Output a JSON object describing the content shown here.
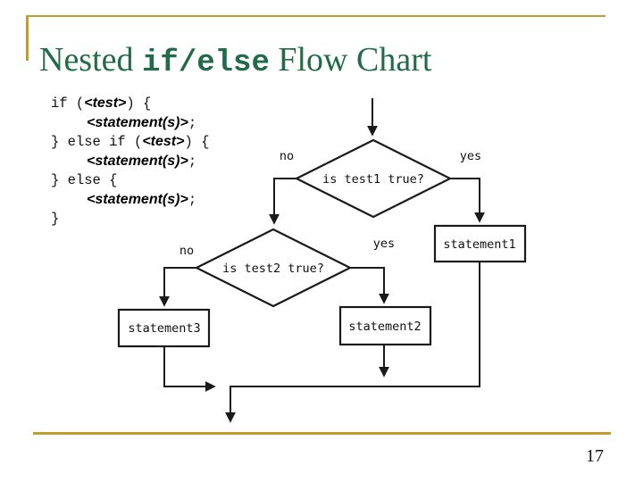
{
  "title": {
    "part1": "Nested ",
    "part2": "if/else",
    "part3": " Flow Chart"
  },
  "code": {
    "lines": [
      {
        "prefix": "if (",
        "em": "<test>",
        "suffix": ") {"
      },
      {
        "prefix": "",
        "em": "<statement(s)>",
        "suffix": ";"
      },
      {
        "prefix": "} else if (",
        "em": "<test>",
        "suffix": ") {"
      },
      {
        "prefix": "",
        "em": "<statement(s)>",
        "suffix": ";"
      },
      {
        "prefix": "} else {",
        "em": "",
        "suffix": ""
      },
      {
        "prefix": "",
        "em": "<statement(s)>",
        "suffix": ";"
      },
      {
        "prefix": "}",
        "em": "",
        "suffix": ""
      }
    ]
  },
  "flowchart": {
    "decision1": {
      "label": "is test1 true?",
      "no": "no",
      "yes": "yes"
    },
    "decision2": {
      "label": "is test2 true?",
      "no": "no",
      "yes": "yes"
    },
    "boxes": {
      "statement1": "statement1",
      "statement2": "statement2",
      "statement3": "statement3"
    }
  },
  "footer": {
    "page_number": "17"
  },
  "colors": {
    "title_green": "#226b4a",
    "rule_gold": "#bf9e2d",
    "diagram_ink": "#1a1a1a",
    "background": "#ffffff"
  }
}
